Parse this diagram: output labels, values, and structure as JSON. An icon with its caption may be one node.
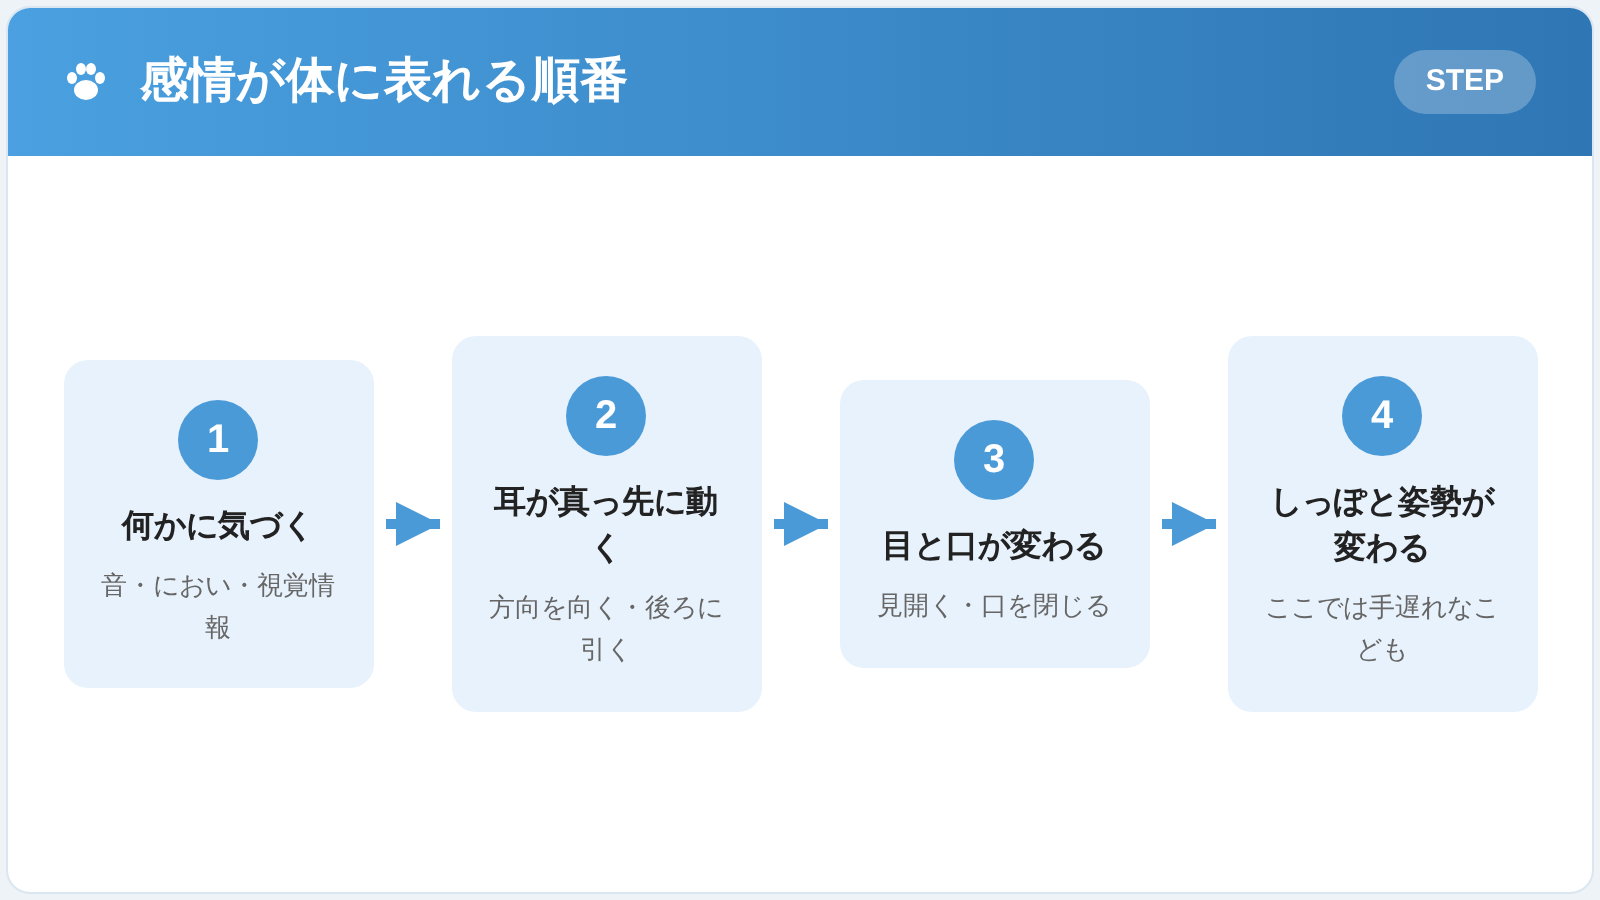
{
  "diagram": {
    "title": "感情が体に表れる順番",
    "nodes": [
      {
        "text": [
          "1",
          "何かに気づく",
          "音・におい・視覚情報"
        ]
      },
      {
        "text": [
          "2",
          "耳が真っ先に動く",
          "方向を向く・後ろに引く"
        ]
      },
      {
        "text": [
          "3",
          "目と口が変わる",
          "見開く・口を閉じる"
        ]
      },
      {
        "text": [
          "4",
          "しっぽと姿勢が変わる",
          "ここでは手遅れなこども"
        ]
      }
    ],
    "edges": [
      {
        "from": 0,
        "to": 1,
        "arrow": "to"
      },
      {
        "from": 1,
        "to": 2,
        "arrow": "to"
      },
      {
        "from": 2,
        "to": 3,
        "arrow": "to"
      }
    ],
    "labels": [
      "STEP"
    ]
  }
}
